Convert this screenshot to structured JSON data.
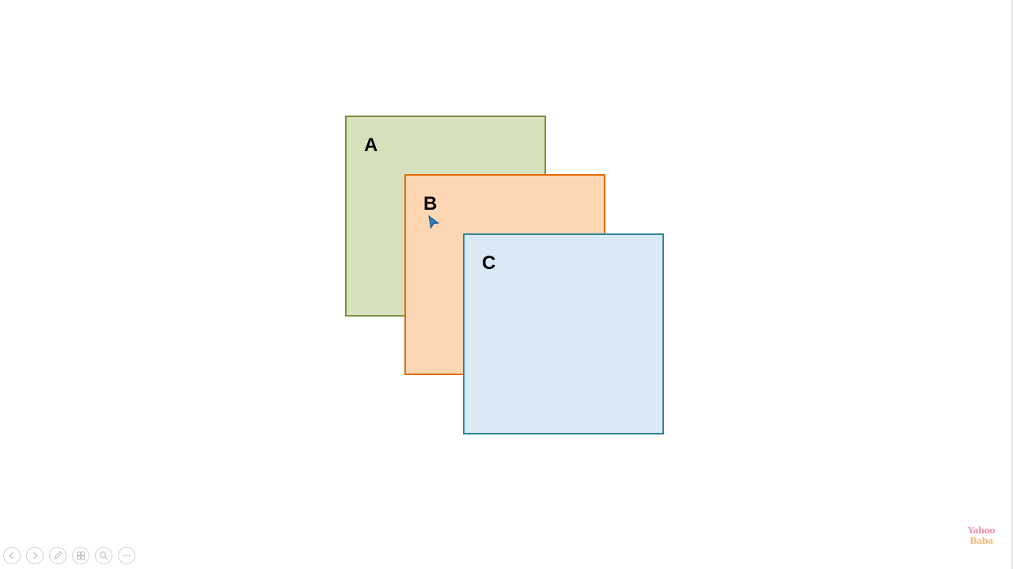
{
  "slide": {
    "boxes": [
      {
        "label": "A",
        "fill": "#d8e1bd",
        "border": "#76923c"
      },
      {
        "label": "B",
        "fill": "#fdd6b4",
        "border": "#e46c0a"
      },
      {
        "label": "C",
        "fill": "#d9eaf5",
        "border": "#31849b"
      }
    ]
  },
  "toolbar": {
    "buttons": [
      {
        "name": "previous-slide-button",
        "icon": "arrow-left-icon"
      },
      {
        "name": "next-slide-button",
        "icon": "arrow-right-icon"
      },
      {
        "name": "pen-tool-button",
        "icon": "pen-icon"
      },
      {
        "name": "see-all-slides-button",
        "icon": "slides-grid-icon"
      },
      {
        "name": "zoom-button",
        "icon": "magnifier-icon"
      },
      {
        "name": "more-options-button",
        "icon": "more-dots-icon"
      }
    ]
  },
  "watermark": {
    "line1": "Yahoo",
    "line2": "Baba",
    "colors": [
      "#f08fa8",
      "#f5b57a"
    ]
  }
}
